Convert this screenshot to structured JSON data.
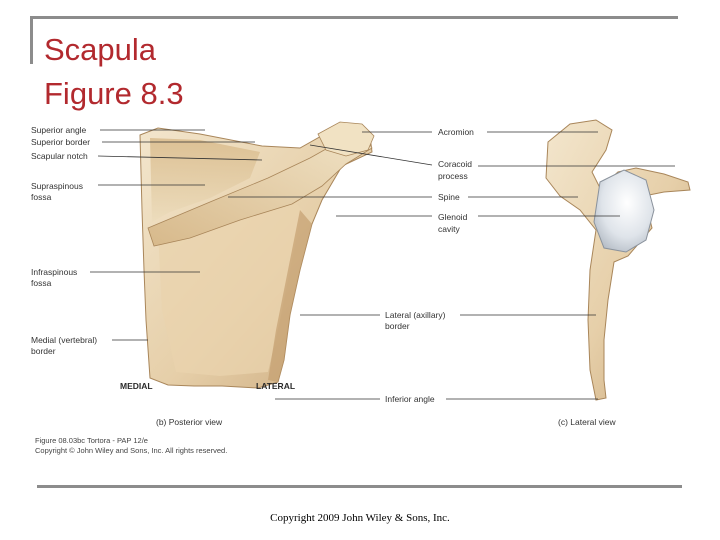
{
  "slide": {
    "title_line1": "Scapula",
    "title_line2": "Figure 8.3",
    "copyright": "Copyright 2009 John Wiley & Sons, Inc."
  },
  "figure": {
    "posterior_labels": {
      "superior_angle": "Superior angle",
      "superior_border": "Superior border",
      "scapular_notch": "Scapular notch",
      "supraspinous_fossa": [
        "Supraspinous",
        "fossa"
      ],
      "infraspinous_fossa": [
        "Infraspinous",
        "fossa"
      ],
      "medial_border": [
        "Medial (vertebral)",
        "border"
      ],
      "medial": "MEDIAL",
      "lateral": "LATERAL",
      "view_caption": "(b) Posterior view"
    },
    "shared_labels": {
      "acromion": "Acromion",
      "coracoid_process": [
        "Coracoid",
        "process"
      ],
      "spine": "Spine",
      "glenoid_cavity": [
        "Glenoid",
        "cavity"
      ],
      "lateral_border": [
        "Lateral (axillary)",
        "border"
      ],
      "inferior_angle": "Inferior angle"
    },
    "lateral_view_caption": "(c) Lateral view",
    "credit_line1": "Figure 08.03bc  Tortora - PAP 12/e",
    "credit_line2": "Copyright © John Wiley and Sons, Inc. All rights reserved.",
    "colors": {
      "bone_light": "#efe0c4",
      "bone_mid": "#dcc29a",
      "bone_dark": "#b89868",
      "glenoid": "#dfe4ea",
      "title": "#b2292e"
    }
  }
}
